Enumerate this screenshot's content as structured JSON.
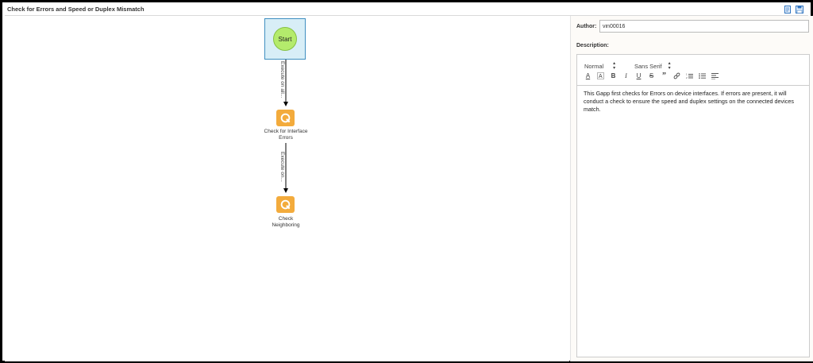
{
  "window": {
    "title": "Check for Errors and Speed or Duplex Mismatch",
    "icons": [
      "document-icon",
      "save-icon"
    ]
  },
  "flow": {
    "start": {
      "label": "Start"
    },
    "connectors": [
      {
        "label": "Execute on all..."
      },
      {
        "label": "Execute on..."
      }
    ],
    "nodes": [
      {
        "label_line1": "Check for Interface",
        "label_line2": "Errors",
        "icon": "qapp-icon"
      },
      {
        "label_line1": "Check",
        "label_line2": "Neighboring",
        "icon": "qapp-icon"
      }
    ]
  },
  "panel": {
    "author_label": "Author:",
    "author_value": "vin00016",
    "description_label": "Description:",
    "toolbar": {
      "heading_select": "Normal",
      "font_select": "Sans Serif",
      "buttons": [
        "font-color",
        "background-color",
        "bold",
        "italic",
        "underline",
        "strikethrough",
        "blockquote",
        "link",
        "ordered-list",
        "bullet-list",
        "align"
      ]
    },
    "description_text": "This Gapp first checks for Errors on device interfaces.  If errors are present, it will conduct a check to ensure the speed and duplex settings on the connected devices match."
  }
}
